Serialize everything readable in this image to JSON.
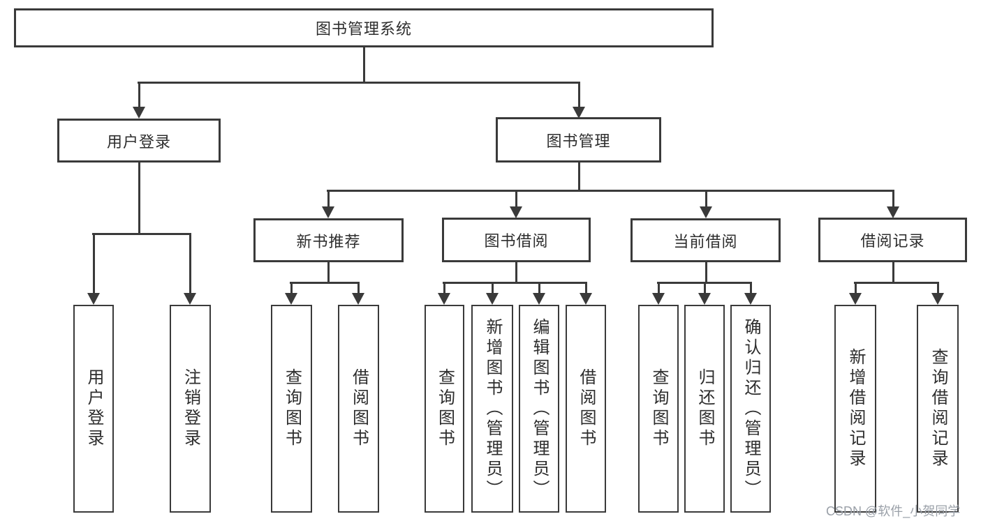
{
  "diagram": {
    "type": "hierarchy-tree",
    "title": "图书管理系统"
  },
  "colors": {
    "line": "#3a3a3a",
    "text": "#2d2d2d",
    "watermark": "#9aa0a8",
    "background": "#ffffff"
  },
  "nodes": [
    {
      "id": "root",
      "label": "图书管理系统",
      "parent": null
    },
    {
      "id": "user-login",
      "label": "用户登录",
      "parent": "root"
    },
    {
      "id": "book-mgmt",
      "label": "图书管理",
      "parent": "root"
    },
    {
      "id": "new-book-rec",
      "label": "新书推荐",
      "parent": "book-mgmt"
    },
    {
      "id": "book-borrow",
      "label": "图书借阅",
      "parent": "book-mgmt"
    },
    {
      "id": "current-borrow",
      "label": "当前借阅",
      "parent": "book-mgmt"
    },
    {
      "id": "borrow-records",
      "label": "借阅记录",
      "parent": "book-mgmt"
    },
    {
      "id": "leaf-user-login",
      "label": "用户登录",
      "parent": "user-login"
    },
    {
      "id": "leaf-logout",
      "label": "注销登录",
      "parent": "user-login"
    },
    {
      "id": "leaf-query-book-1",
      "label": "查询图书",
      "parent": "new-book-rec"
    },
    {
      "id": "leaf-borrow-book-1",
      "label": "借阅图书",
      "parent": "new-book-rec"
    },
    {
      "id": "leaf-query-book-2",
      "label": "查询图书",
      "parent": "book-borrow"
    },
    {
      "id": "leaf-add-book",
      "label": "新增图书（管理员）",
      "parent": "book-borrow"
    },
    {
      "id": "leaf-edit-book",
      "label": "编辑图书（管理员）",
      "parent": "book-borrow"
    },
    {
      "id": "leaf-borrow-book-2",
      "label": "借阅图书",
      "parent": "book-borrow"
    },
    {
      "id": "leaf-query-book-3",
      "label": "查询图书",
      "parent": "current-borrow"
    },
    {
      "id": "leaf-return-book",
      "label": "归还图书",
      "parent": "current-borrow"
    },
    {
      "id": "leaf-confirm-return",
      "label": "确认归还（管理员）",
      "parent": "current-borrow"
    },
    {
      "id": "leaf-add-borrow-record",
      "label": "新增借阅记录",
      "parent": "borrow-records"
    },
    {
      "id": "leaf-query-borrow-record",
      "label": "查询借阅记录",
      "parent": "borrow-records"
    }
  ],
  "watermark": {
    "text": "CSDN @软件_小贺同学"
  }
}
